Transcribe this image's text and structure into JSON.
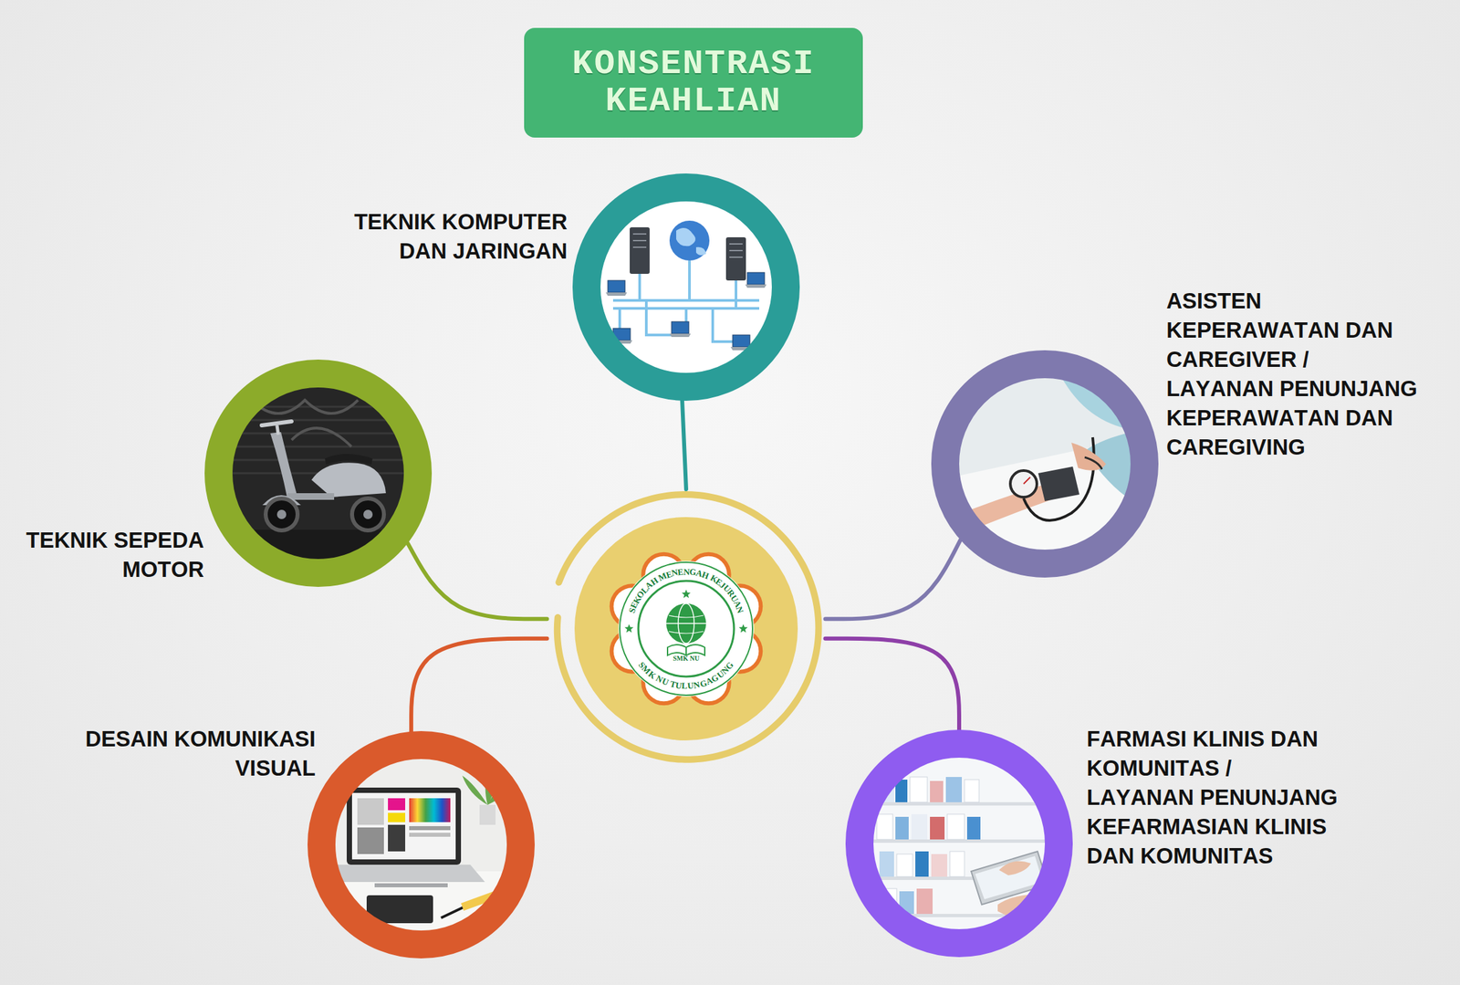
{
  "diagram": {
    "title": "KONSENTRASI KEAHLIAN",
    "nodes": [
      {
        "text": [
          "SEKOLAH MENENGAH KEJURUAN",
          "SMK NU",
          "SMK NU TULUNGAGUNG"
        ]
      },
      {
        "text": [
          "TEKNIK KOMPUTER DAN JARINGAN"
        ]
      },
      {
        "text": [
          "TEKNIK SEPEDA MOTOR"
        ]
      },
      {
        "text": [
          "ASISTEN KEPERAWATAN DAN CAREGIVER / LAYANAN PENUNJANG KEPERAWATAN DAN CAREGIVING"
        ]
      },
      {
        "text": [
          "DESAIN KOMUNIKASI VISUAL"
        ]
      },
      {
        "text": [
          "FARMASI KLINIS DAN KOMUNITAS / LAYANAN PENUNJANG KEFARMASIAN KLINIS DAN KOMUNITAS"
        ]
      }
    ],
    "edges": [
      {
        "from": 0,
        "to": 1,
        "arrow": "none"
      },
      {
        "from": 0,
        "to": 2,
        "arrow": "none"
      },
      {
        "from": 0,
        "to": 3,
        "arrow": "none"
      },
      {
        "from": 0,
        "to": 4,
        "arrow": "none"
      },
      {
        "from": 0,
        "to": 5,
        "arrow": "none"
      }
    ]
  }
}
